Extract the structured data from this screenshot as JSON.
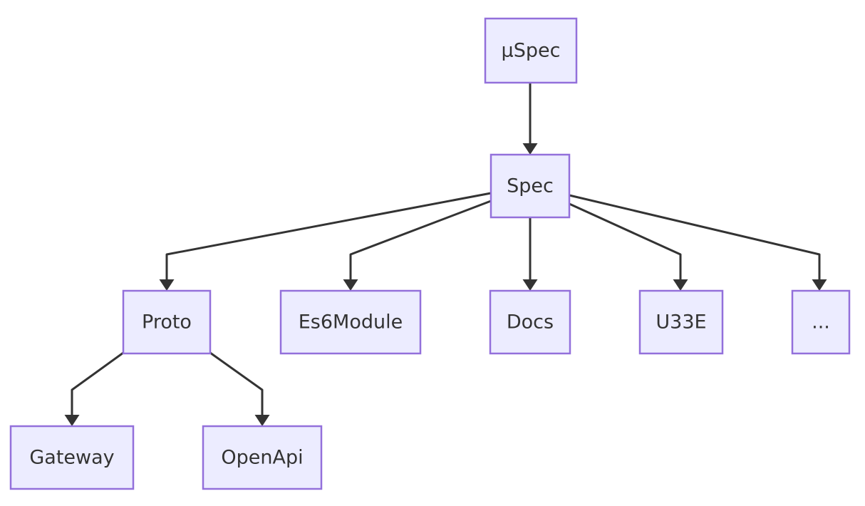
{
  "diagram": {
    "type": "flowchart",
    "direction": "top-down",
    "background": "#ffffff",
    "node_style": {
      "fill": "#ECECFF",
      "border": "#9370DB",
      "text_color": "#333333"
    },
    "edge_style": {
      "color": "#333333"
    },
    "nodes": {
      "uspec": {
        "label": "μSpec"
      },
      "spec": {
        "label": "Spec"
      },
      "proto": {
        "label": "Proto"
      },
      "es6module": {
        "label": "Es6Module"
      },
      "docs": {
        "label": "Docs"
      },
      "u33e": {
        "label": "U33E"
      },
      "ellipsis": {
        "label": "..."
      },
      "gateway": {
        "label": "Gateway"
      },
      "openapi": {
        "label": "OpenApi"
      }
    },
    "edges": [
      {
        "from": "uspec",
        "to": "spec"
      },
      {
        "from": "spec",
        "to": "proto"
      },
      {
        "from": "spec",
        "to": "es6module"
      },
      {
        "from": "spec",
        "to": "docs"
      },
      {
        "from": "spec",
        "to": "u33e"
      },
      {
        "from": "spec",
        "to": "ellipsis"
      },
      {
        "from": "proto",
        "to": "gateway"
      },
      {
        "from": "proto",
        "to": "openapi"
      }
    ]
  }
}
